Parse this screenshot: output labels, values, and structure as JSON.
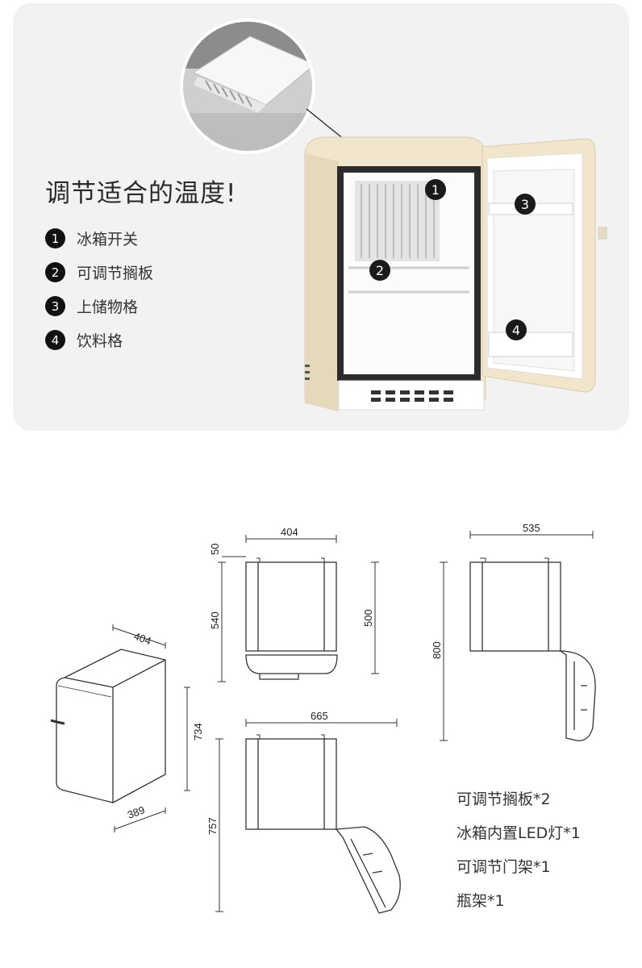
{
  "hero": {
    "headline": "调节适合的温度!",
    "features": [
      {
        "num": "1",
        "label": "冰箱开关"
      },
      {
        "num": "2",
        "label": "可调节搁板"
      },
      {
        "num": "3",
        "label": "上储物格"
      },
      {
        "num": "4",
        "label": "饮料格"
      }
    ],
    "callouts": [
      "1",
      "2",
      "3",
      "4"
    ]
  },
  "dimensions": {
    "iso_width": "404",
    "iso_depth": "389",
    "iso_height": "734",
    "front_width": "404",
    "front_top": "50",
    "front_height": "540",
    "front_body": "500",
    "side_depth": "535",
    "side_height": "800",
    "open_depth": "665",
    "open_height": "757"
  },
  "specs": [
    "可调节搁板*2",
    "冰箱内置LED灯*1",
    "可调节门架*1",
    "瓶架*1"
  ],
  "colors": {
    "cream": "#f1e6cc",
    "hero_bg": "#f2f2f2",
    "dark": "#1a1a1a"
  }
}
